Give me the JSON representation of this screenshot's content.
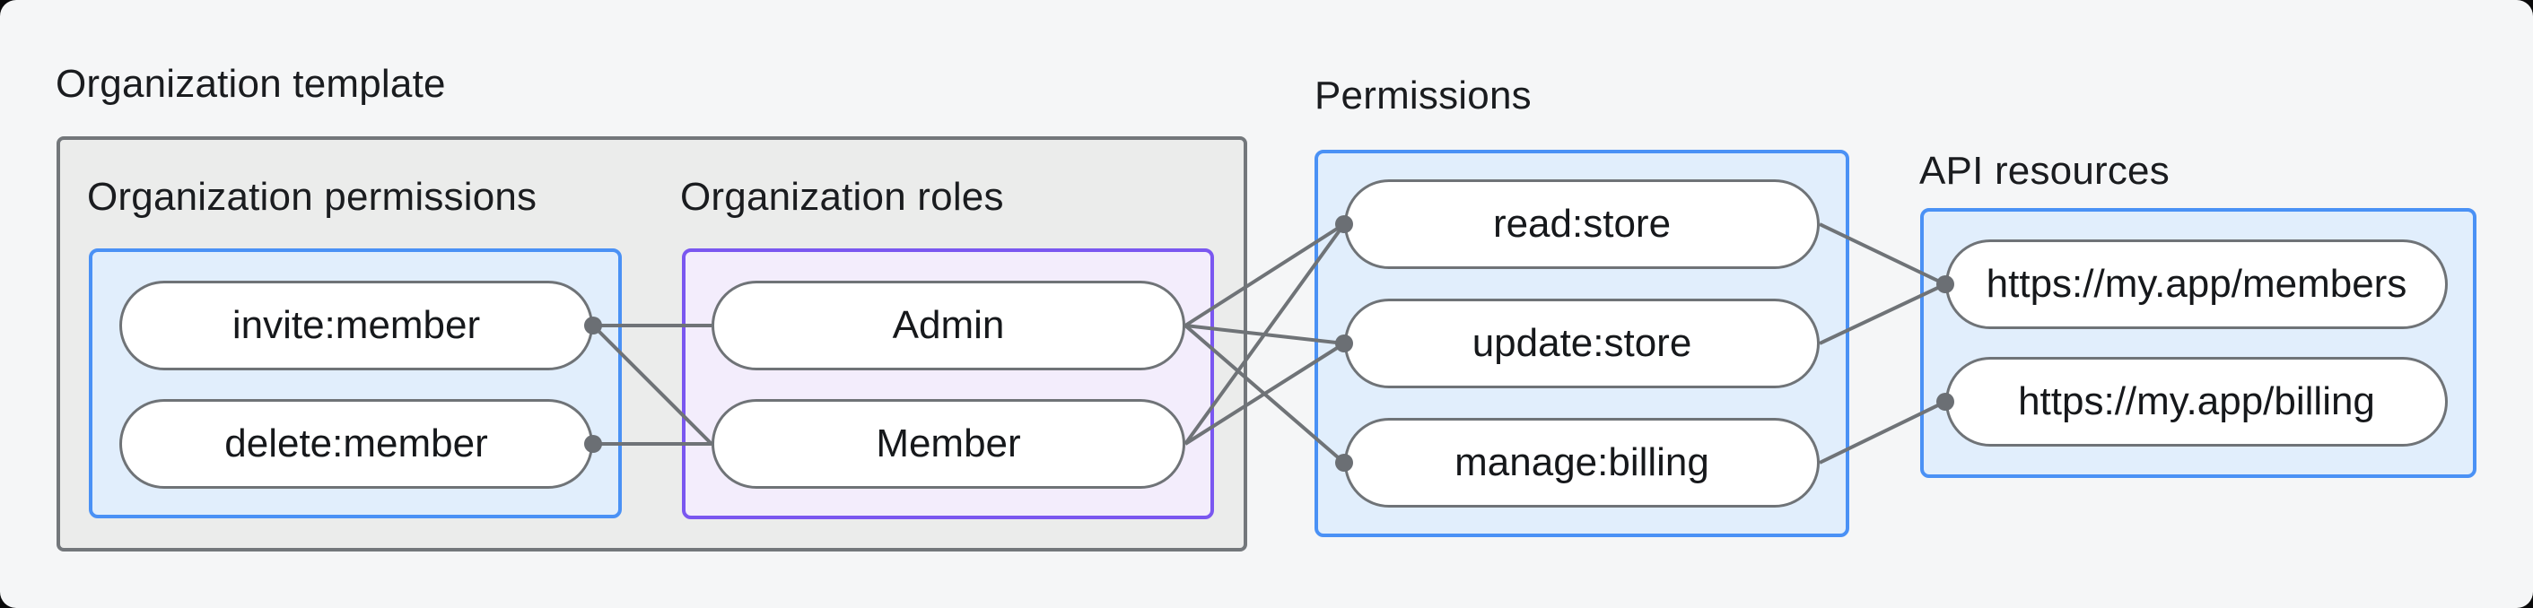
{
  "diagram": {
    "title": "Organization template",
    "groups": {
      "org_permissions": {
        "label": "Organization permissions"
      },
      "org_roles": {
        "label": "Organization roles"
      },
      "permissions": {
        "label": "Permissions"
      },
      "api_resources": {
        "label": "API resources"
      }
    },
    "nodes": {
      "invite_member": {
        "label": "invite:member"
      },
      "delete_member": {
        "label": "delete:member"
      },
      "admin": {
        "label": "Admin"
      },
      "member": {
        "label": "Member"
      },
      "read_store": {
        "label": "read:store"
      },
      "update_store": {
        "label": "update:store"
      },
      "manage_billing": {
        "label": "manage:billing"
      },
      "api_members": {
        "label": "https://my.app/members"
      },
      "api_billing": {
        "label": "https://my.app/billing"
      }
    },
    "edges": [
      {
        "from": "invite_member",
        "to": "admin"
      },
      {
        "from": "invite_member",
        "to": "member"
      },
      {
        "from": "delete_member",
        "to": "member"
      },
      {
        "from": "admin",
        "to": "read_store"
      },
      {
        "from": "admin",
        "to": "update_store"
      },
      {
        "from": "admin",
        "to": "manage_billing"
      },
      {
        "from": "member",
        "to": "read_store"
      },
      {
        "from": "member",
        "to": "update_store"
      },
      {
        "from": "read_store",
        "to": "api_members"
      },
      {
        "from": "update_store",
        "to": "api_members"
      },
      {
        "from": "manage_billing",
        "to": "api_billing"
      }
    ],
    "dots": [
      {
        "node": "invite_member",
        "side": "right"
      },
      {
        "node": "delete_member",
        "side": "right"
      },
      {
        "node": "read_store",
        "side": "left"
      },
      {
        "node": "update_store",
        "side": "left"
      },
      {
        "node": "manage_billing",
        "side": "left"
      },
      {
        "node": "api_members",
        "side": "left"
      },
      {
        "node": "api_billing",
        "side": "left"
      }
    ],
    "colors": {
      "line": "#6f7377",
      "dot": "#6b6f74",
      "blue_border": "#4a91f5",
      "blue_fill": "#e1eefc",
      "purple_border": "#7a57f0",
      "purple_fill": "#f3edfc",
      "grey_border": "#73777b",
      "grey_fill": "#ebeceb",
      "pill_border": "#6f7377",
      "text": "#16181b"
    }
  }
}
